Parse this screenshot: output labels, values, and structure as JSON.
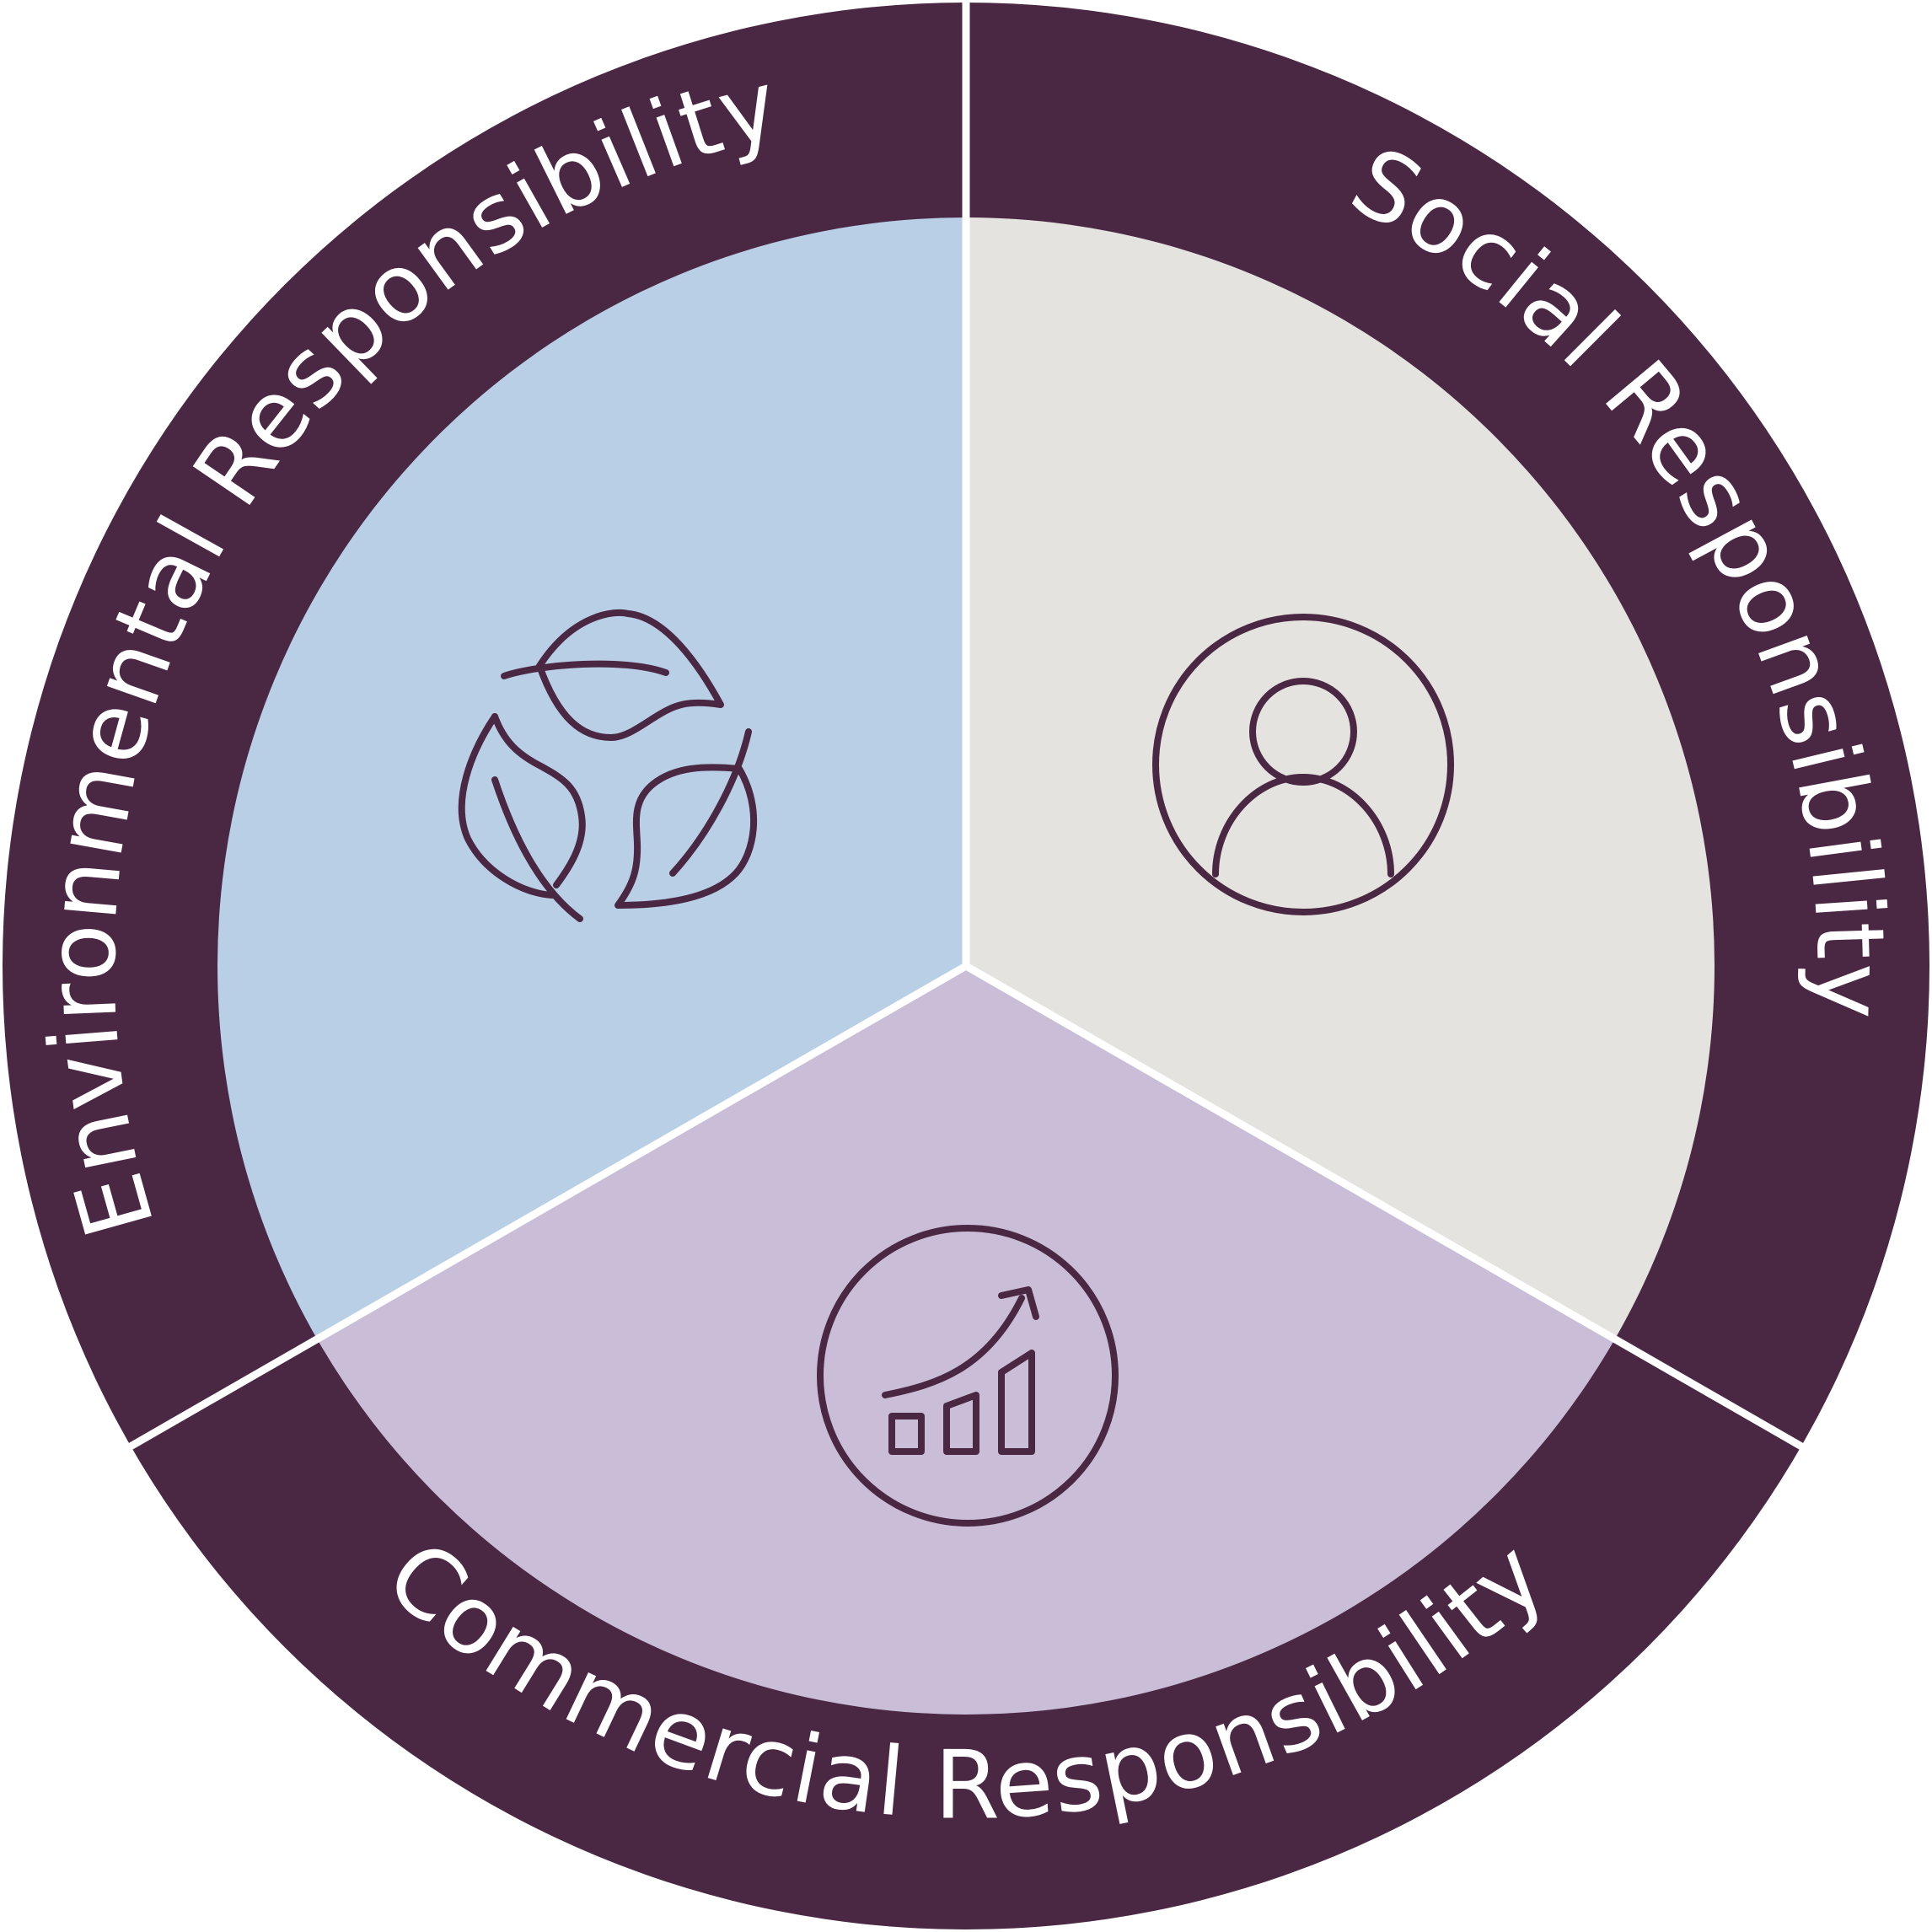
{
  "diagram": {
    "segments": [
      {
        "id": "environmental",
        "label": "Environmental Responsibility",
        "fill": "#b8cfe6",
        "icon": "recycle-leaves-icon"
      },
      {
        "id": "social",
        "label": "Social Responsibility",
        "fill": "#e5e3df",
        "icon": "person-icon"
      },
      {
        "id": "commercial",
        "label": "Commercial Responsibility",
        "fill": "#cabdd7",
        "icon": "growth-chart-icon"
      }
    ],
    "colors": {
      "ring": "#4a2843",
      "divider": "#ffffff",
      "label_text": "#ffffff",
      "icon_stroke": "#4a2843"
    }
  }
}
